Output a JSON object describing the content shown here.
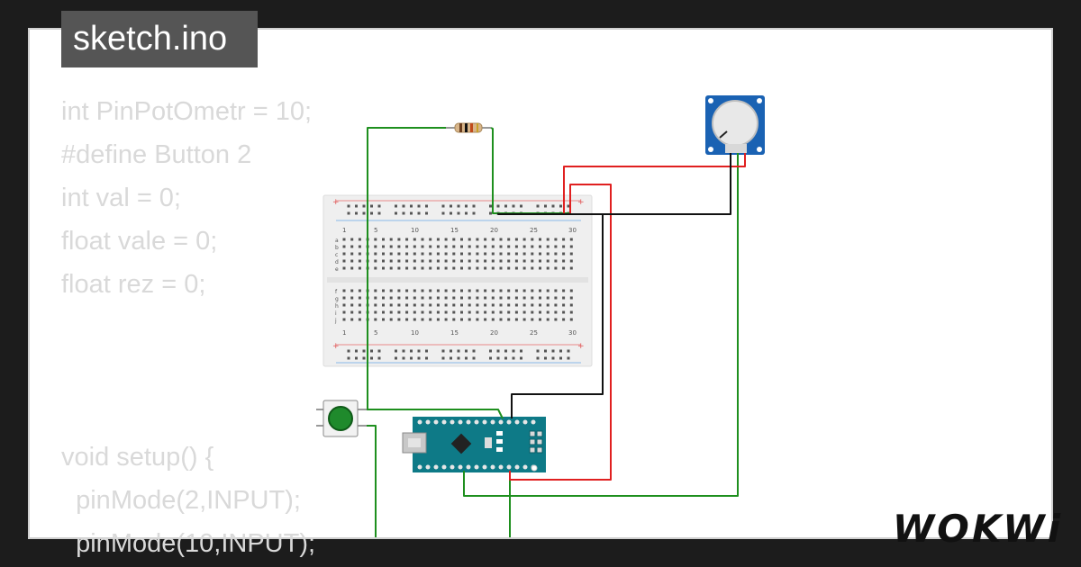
{
  "sketch": {
    "filename": "sketch.ino"
  },
  "code_lines": [
    "int PinPotOmetr = 10;",
    "#define Button 2",
    "int val = 0;",
    "float vale = 0;",
    "float rez = 0;",
    "",
    "",
    "",
    "void setup() {",
    "  pinMode(2,INPUT);",
    "  pinMode(10,INPUT);"
  ],
  "breadboard": {
    "column_numbers": [
      "1",
      "5",
      "10",
      "15",
      "20",
      "25",
      "30"
    ],
    "row_letters_top": [
      "a",
      "b",
      "c",
      "d",
      "e"
    ],
    "row_letters_bottom": [
      "f",
      "g",
      "h",
      "i",
      "j"
    ],
    "plus": "+",
    "minus": "-"
  },
  "components": {
    "resistor": "resistor",
    "potentiometer": "potentiometer",
    "pushbutton": "pushbutton",
    "board": "Arduino Nano"
  },
  "colors": {
    "wire_green": "#1e8f1e",
    "wire_red": "#e02020",
    "wire_black": "#111111",
    "board": "#0e7a87",
    "pot": "#1a62b3",
    "button": "#1f8a2c"
  },
  "branding": {
    "logo": "WOKWi"
  }
}
